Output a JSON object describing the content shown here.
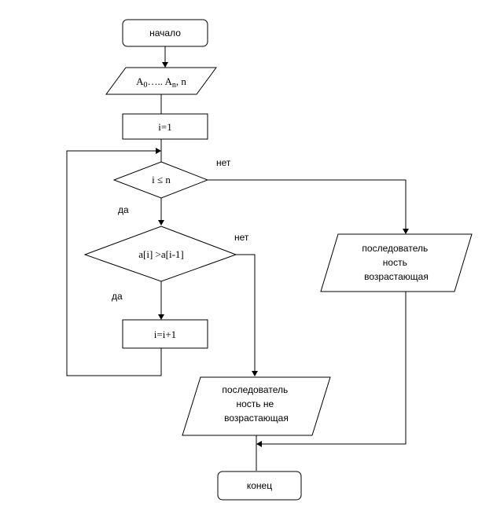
{
  "nodes": {
    "start": "начало",
    "input": {
      "a0_base": "A",
      "a0_sub": "0",
      "dots": "…..",
      "an_base": "A",
      "an_sub": "n",
      "rest": ", n"
    },
    "init": "i=1",
    "cond1": "i ≤ n",
    "cond2": "a[i] >a[i-1]",
    "increment": "i=i+1",
    "output_increasing": [
      "последователь",
      "ность",
      "возрастающая"
    ],
    "output_not_increasing": [
      "последователь",
      "ность не",
      "возрастающая"
    ],
    "end": "конец"
  },
  "edge_labels": {
    "cond1_yes": "да",
    "cond1_no": "нет",
    "cond2_yes": "да",
    "cond2_no": "нет"
  }
}
